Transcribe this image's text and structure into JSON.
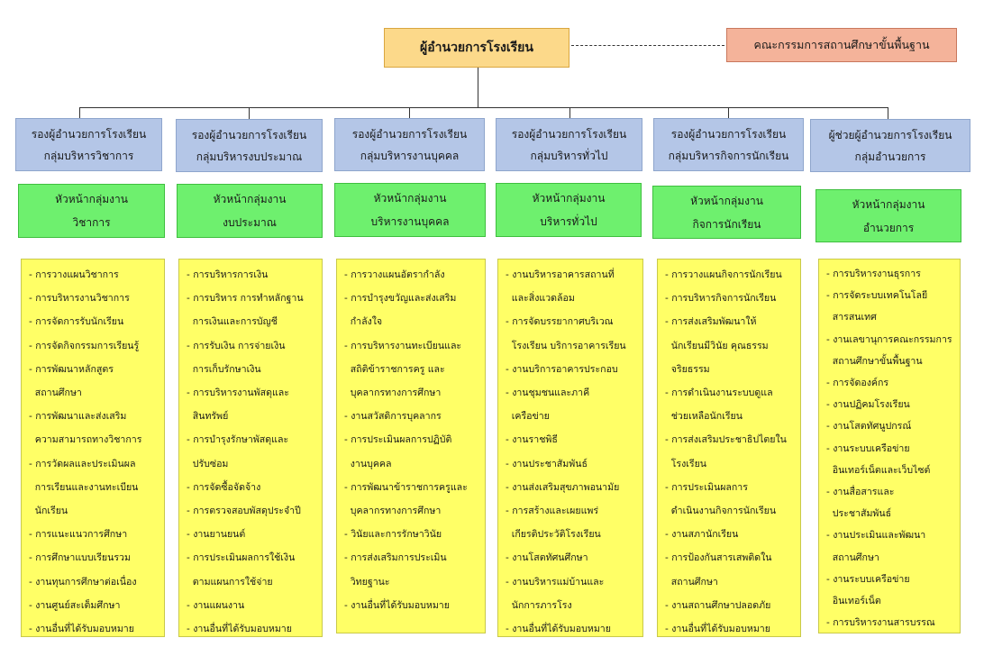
{
  "director": "ผู้อำนวยการโรงเรียน",
  "committee": "คณะกรรมการสถานศึกษาขั้นพื้นฐาน",
  "columns": [
    {
      "deputy_line1": "รองผู้อำนวยการโรงเรียน",
      "deputy_line2": "กลุ่มบริหารวิชาการ",
      "head_line1": "หัวหน้ากลุ่มงาน",
      "head_line2": "วิชาการ",
      "tasks": [
        "- การวางแผนวิชาการ",
        "- การบริหารงานวิชาการ",
        "- การจัดการรับนักเรียน",
        "- การจัดกิจกรรมการเรียนรู้",
        "- การพัฒนาหลักสูตร",
        "  สถานศึกษา",
        "- การพัฒนาและส่งเสริม",
        "  ความสามารถทางวิชาการ",
        "- การวัดผลและประเมินผล",
        "  การเรียนและงานทะเบียน",
        "  นักเรียน",
        "- การแนะแนวการศึกษา",
        "- การศึกษาแบบเรียนรวม",
        "- งานทุนการศึกษาต่อเนื่อง",
        "- งานศูนย์สะเต็มศึกษา",
        "- งานอื่นที่ได้รับมอบหมาย"
      ]
    },
    {
      "deputy_line1": "รองผู้อำนวยการโรงเรียน",
      "deputy_line2": "กลุ่มบริหารงบประมาณ",
      "head_line1": "หัวหน้ากลุ่มงาน",
      "head_line2": "งบประมาณ",
      "tasks": [
        "- การบริหารการเงิน",
        "- การบริหาร การทำหลักฐาน",
        "  การเงินและการบัญชี",
        "- การรับเงิน การจ่ายเงิน",
        "  การเก็บรักษาเงิน",
        "- การบริหารงานพัสดุและ",
        "  สินทรัพย์",
        "- การบำรุงรักษาพัสดุและ",
        "  ปรับซ่อม",
        "- การจัดซื้อจัดจ้าง",
        "- การตรวจสอบพัสดุประจำปี",
        "- งานยานยนต์",
        "- การประเมินผลการใช้เงิน",
        "  ตามแผนการใช้จ่าย",
        "- งานแผนงาน",
        "- งานอื่นที่ได้รับมอบหมาย"
      ]
    },
    {
      "deputy_line1": "รองผู้อำนวยการโรงเรียน",
      "deputy_line2": "กลุ่มบริหารงานบุคคล",
      "head_line1": "หัวหน้ากลุ่มงาน",
      "head_line2": "บริหารงานบุคคล",
      "tasks": [
        "- การวางแผนอัตรากำลัง",
        "- การบำรุงขวัญและส่งเสริม",
        "  กำลังใจ",
        "- การบริหารงานทะเบียนและ",
        "  สถิติข้าราชการครู และ",
        "  บุคลากรทางการศึกษา",
        "- งานสวัสดิการบุคลากร",
        "- การประเมินผลการปฏิบัติ",
        "  งานบุคคล",
        "- การพัฒนาข้าราชการครูและ",
        "  บุคลากรทางการศึกษา",
        "- วินัยและการรักษาวินัย",
        "- การส่งเสริมการประเมิน",
        "  วิทยฐานะ",
        "- งานอื่นที่ได้รับมอบหมาย"
      ]
    },
    {
      "deputy_line1": "รองผู้อำนวยการโรงเรียน",
      "deputy_line2": "กลุ่มบริหารทั่วไป",
      "head_line1": "หัวหน้ากลุ่มงาน",
      "head_line2": "บริหารทั่วไป",
      "tasks": [
        "- งานบริหารอาคารสถานที่",
        "  และสิ่งแวดล้อม",
        "- การจัดบรรยากาศบริเวณ",
        "  โรงเรียน บริการอาคารเรียน",
        "- งานบริการอาคารประกอบ",
        "- งานชุมชนและภาคี",
        "  เครือข่าย",
        "- งานราชพิธี",
        "- งานประชาสัมพันธ์",
        "- งานส่งเสริมสุขภาพอนามัย",
        "- การสร้างและเผยแพร่",
        "  เกียรติประวัติโรงเรียน",
        "- งานโสตทัศนศึกษา",
        "- งานบริหารแม่บ้านและ",
        "  นักการภารโรง",
        "- งานอื่นที่ได้รับมอบหมาย"
      ]
    },
    {
      "deputy_line1": "รองผู้อำนวยการโรงเรียน",
      "deputy_line2": "กลุ่มบริหารกิจการนักเรียน",
      "head_line1": "หัวหน้ากลุ่มงาน",
      "head_line2": "กิจการนักเรียน",
      "tasks": [
        "- การวางแผนกิจการนักเรียน",
        "- การบริหารกิจการนักเรียน",
        "- การส่งเสริมพัฒนาให้",
        "  นักเรียนมีวินัย คุณธรรม",
        "  จริยธรรม",
        "- การดำเนินงานระบบดูแล",
        "  ช่วยเหลือนักเรียน",
        "- การส่งเสริมประชาธิปไตยใน",
        "  โรงเรียน",
        "- การประเมินผลการ",
        "  ดำเนินงานกิจการนักเรียน",
        "- งานสภานักเรียน",
        "- การป้องกันสารเสพติดใน",
        "  สถานศึกษา",
        "- งานสถานศึกษาปลอดภัย",
        "- งานอื่นที่ได้รับมอบหมาย"
      ]
    },
    {
      "deputy_line1": "ผู้ช่วยผู้อำนวยการโรงเรียน",
      "deputy_line2": "กลุ่มอำนวยการ",
      "head_line1": "หัวหน้ากลุ่มงาน",
      "head_line2": "อำนวยการ",
      "tasks": [
        "- การบริหารงานธุรการ",
        "- การจัดระบบเทคโนโลยี",
        "  สารสนเทศ",
        "- งานเลขานุการคณะกรรมการ",
        "  สถานศึกษาขั้นพื้นฐาน",
        "- การจัดองค์กร",
        "- งานปฏิคมโรงเรียน",
        "- งานโสตทัศนูปกรณ์",
        "- งานระบบเครือข่าย",
        "  อินเทอร์เน็ตและเว็บไซต์",
        "- งานสื่อสารและ",
        "  ประชาสัมพันธ์",
        "- งานประเมินและพัฒนา",
        "  สถานศึกษา",
        "- งานระบบเครือข่าย",
        "  อินเทอร์เน็ต",
        "- การบริหารงานสารบรรณ"
      ]
    }
  ]
}
